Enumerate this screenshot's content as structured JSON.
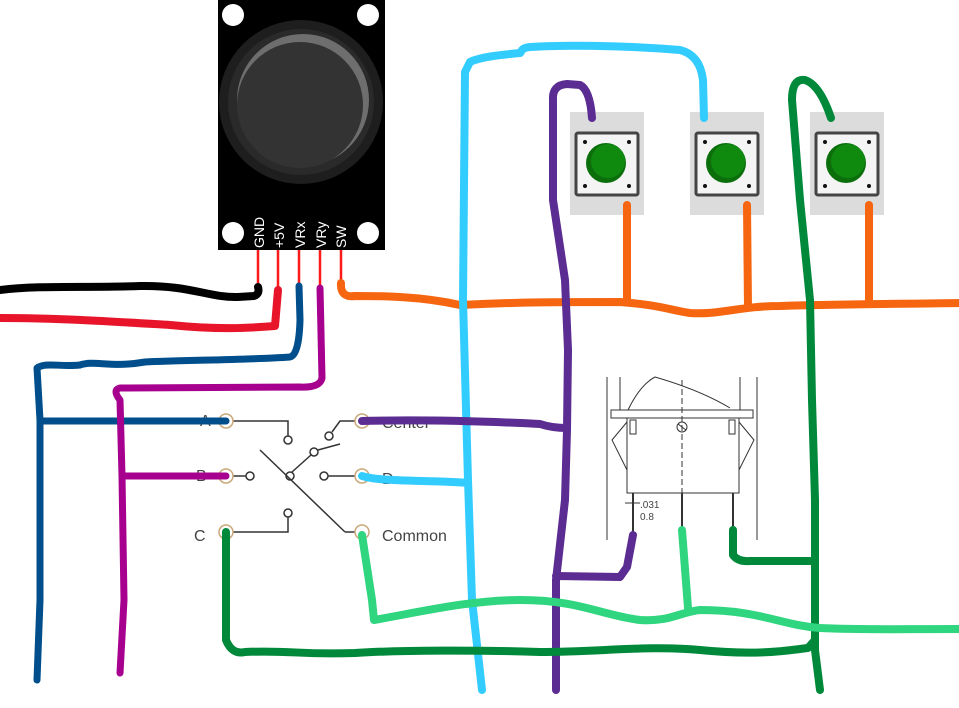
{
  "diagram": {
    "title": "Joystick, buttons, rotary and rocker switch wiring",
    "joystick": {
      "name": "Joystick module",
      "pins": [
        "GND",
        "+5V",
        "VRx",
        "VRy",
        "SW"
      ]
    },
    "rotary_switch": {
      "name": "Rotary switch",
      "terminals": {
        "a": "A",
        "b": "B",
        "c": "C",
        "center": "Center",
        "d": "D",
        "common": "Common"
      }
    },
    "push_buttons": [
      {
        "name": "Button 1"
      },
      {
        "name": "Button 2"
      },
      {
        "name": "Button 3"
      }
    ],
    "rocker_switch": {
      "name": "Rocker switch",
      "dim_top": ".031",
      "dim_bottom": "0.8"
    },
    "wire_colors": {
      "black": "#000000",
      "red": "#e8142a",
      "navy": "#004f8c",
      "magenta": "#a7008e",
      "orange": "#f6650f",
      "sky": "#33ccff",
      "purple": "#5b2c91",
      "dark_green": "#00893a",
      "light_green": "#2fd57f",
      "pin_red": "#ff1a1a"
    },
    "wires": [
      {
        "id": "gnd",
        "color": "black",
        "from": "joystick.GND",
        "to": "left edge"
      },
      {
        "id": "5v",
        "color": "red",
        "from": "joystick.+5V",
        "to": "left edge"
      },
      {
        "id": "vrx",
        "color": "navy",
        "from": "joystick.VRx",
        "to": "rotary.A"
      },
      {
        "id": "vry",
        "color": "magenta",
        "from": "joystick.VRy",
        "to": "rotary.B"
      },
      {
        "id": "sw",
        "color": "orange",
        "from": "joystick.SW",
        "to": "buttons (common bus)"
      },
      {
        "id": "btn2",
        "color": "sky",
        "from": "button 2",
        "to": "rotary.D"
      },
      {
        "id": "btn1",
        "color": "purple",
        "from": "button 1",
        "to": "rotary.Center / rocker pin 1"
      },
      {
        "id": "btn3",
        "color": "dark_green",
        "from": "button 3",
        "to": "rotary.C / rocker pin 3"
      },
      {
        "id": "common",
        "color": "light_green",
        "from": "rotary.Common",
        "to": "rocker pin 2"
      }
    ]
  }
}
